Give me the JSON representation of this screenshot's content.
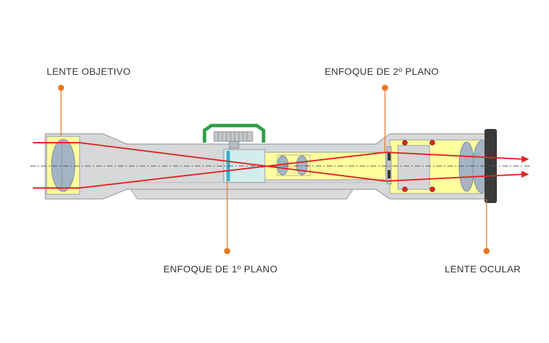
{
  "diagram": {
    "subject": "riflescope cross-section",
    "labels": {
      "objective_lens": "LENTE OBJETIVO",
      "second_plane_focus": "ENFOQUE DE 2º PLANO",
      "first_plane_focus": "ENFOQUE DE 1º PLANO",
      "ocular_lens": "LENTE OCULAR"
    },
    "colors": {
      "accent": "#e87722",
      "ray": "#e52421",
      "glass": "#ffff9e",
      "housing": "#d4d6d8",
      "lens": "#a3b4c4",
      "turret": "#2e9e46"
    }
  }
}
